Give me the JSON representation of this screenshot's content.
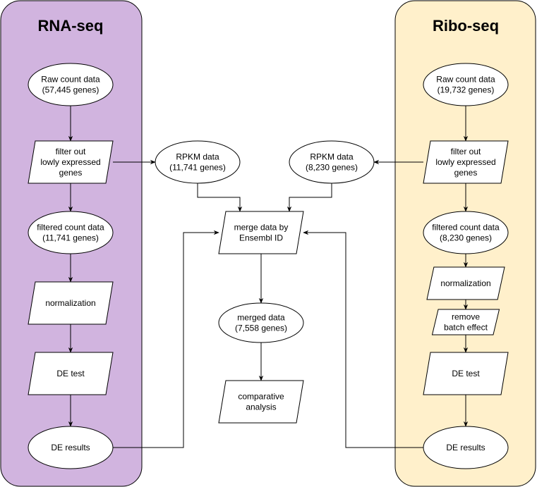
{
  "colors": {
    "rna_lane_fill": "#d1b4df",
    "ribo_lane_fill": "#fff0cb",
    "node_fill": "#ffffff",
    "stroke": "#000000"
  },
  "lanes": {
    "rna": {
      "title": "RNA-seq"
    },
    "ribo": {
      "title": "Ribo-seq"
    }
  },
  "rna_nodes": {
    "raw": {
      "shape": "ellipse",
      "lines": [
        "Raw count data",
        "(57,445 genes)"
      ]
    },
    "filter": {
      "shape": "parallelogram",
      "lines": [
        "filter out",
        "lowly expressed",
        "genes"
      ]
    },
    "filtered": {
      "shape": "ellipse",
      "lines": [
        "filtered count data",
        "(11,741 genes)"
      ]
    },
    "normalize": {
      "shape": "parallelogram",
      "lines": [
        "normalization"
      ]
    },
    "de_test": {
      "shape": "parallelogram",
      "lines": [
        "DE test"
      ]
    },
    "de_results": {
      "shape": "ellipse",
      "lines": [
        "DE results"
      ]
    }
  },
  "ribo_nodes": {
    "raw": {
      "shape": "ellipse",
      "lines": [
        "Raw count data",
        "(19,732 genes)"
      ]
    },
    "filter": {
      "shape": "parallelogram",
      "lines": [
        "filter out",
        "lowly expressed",
        "genes"
      ]
    },
    "filtered": {
      "shape": "ellipse",
      "lines": [
        "filtered count data",
        "(8,230 genes)"
      ]
    },
    "normalize": {
      "shape": "parallelogram",
      "lines": [
        "normalization"
      ]
    },
    "batch": {
      "shape": "parallelogram",
      "lines": [
        "remove",
        "batch effect"
      ]
    },
    "de_test": {
      "shape": "parallelogram",
      "lines": [
        "DE test"
      ]
    },
    "de_results": {
      "shape": "ellipse",
      "lines": [
        "DE results"
      ]
    }
  },
  "center_nodes": {
    "rpkm_rna": {
      "shape": "ellipse",
      "lines": [
        "RPKM data",
        "(11,741 genes)"
      ]
    },
    "rpkm_ribo": {
      "shape": "ellipse",
      "lines": [
        "RPKM data",
        "(8,230 genes)"
      ]
    },
    "merge": {
      "shape": "parallelogram",
      "lines": [
        "merge data by",
        "Ensembl ID"
      ]
    },
    "merged": {
      "shape": "ellipse",
      "lines": [
        "merged data",
        "(7,558 genes)"
      ]
    },
    "comparative": {
      "shape": "parallelogram",
      "lines": [
        "comparative",
        "analysis"
      ]
    }
  }
}
